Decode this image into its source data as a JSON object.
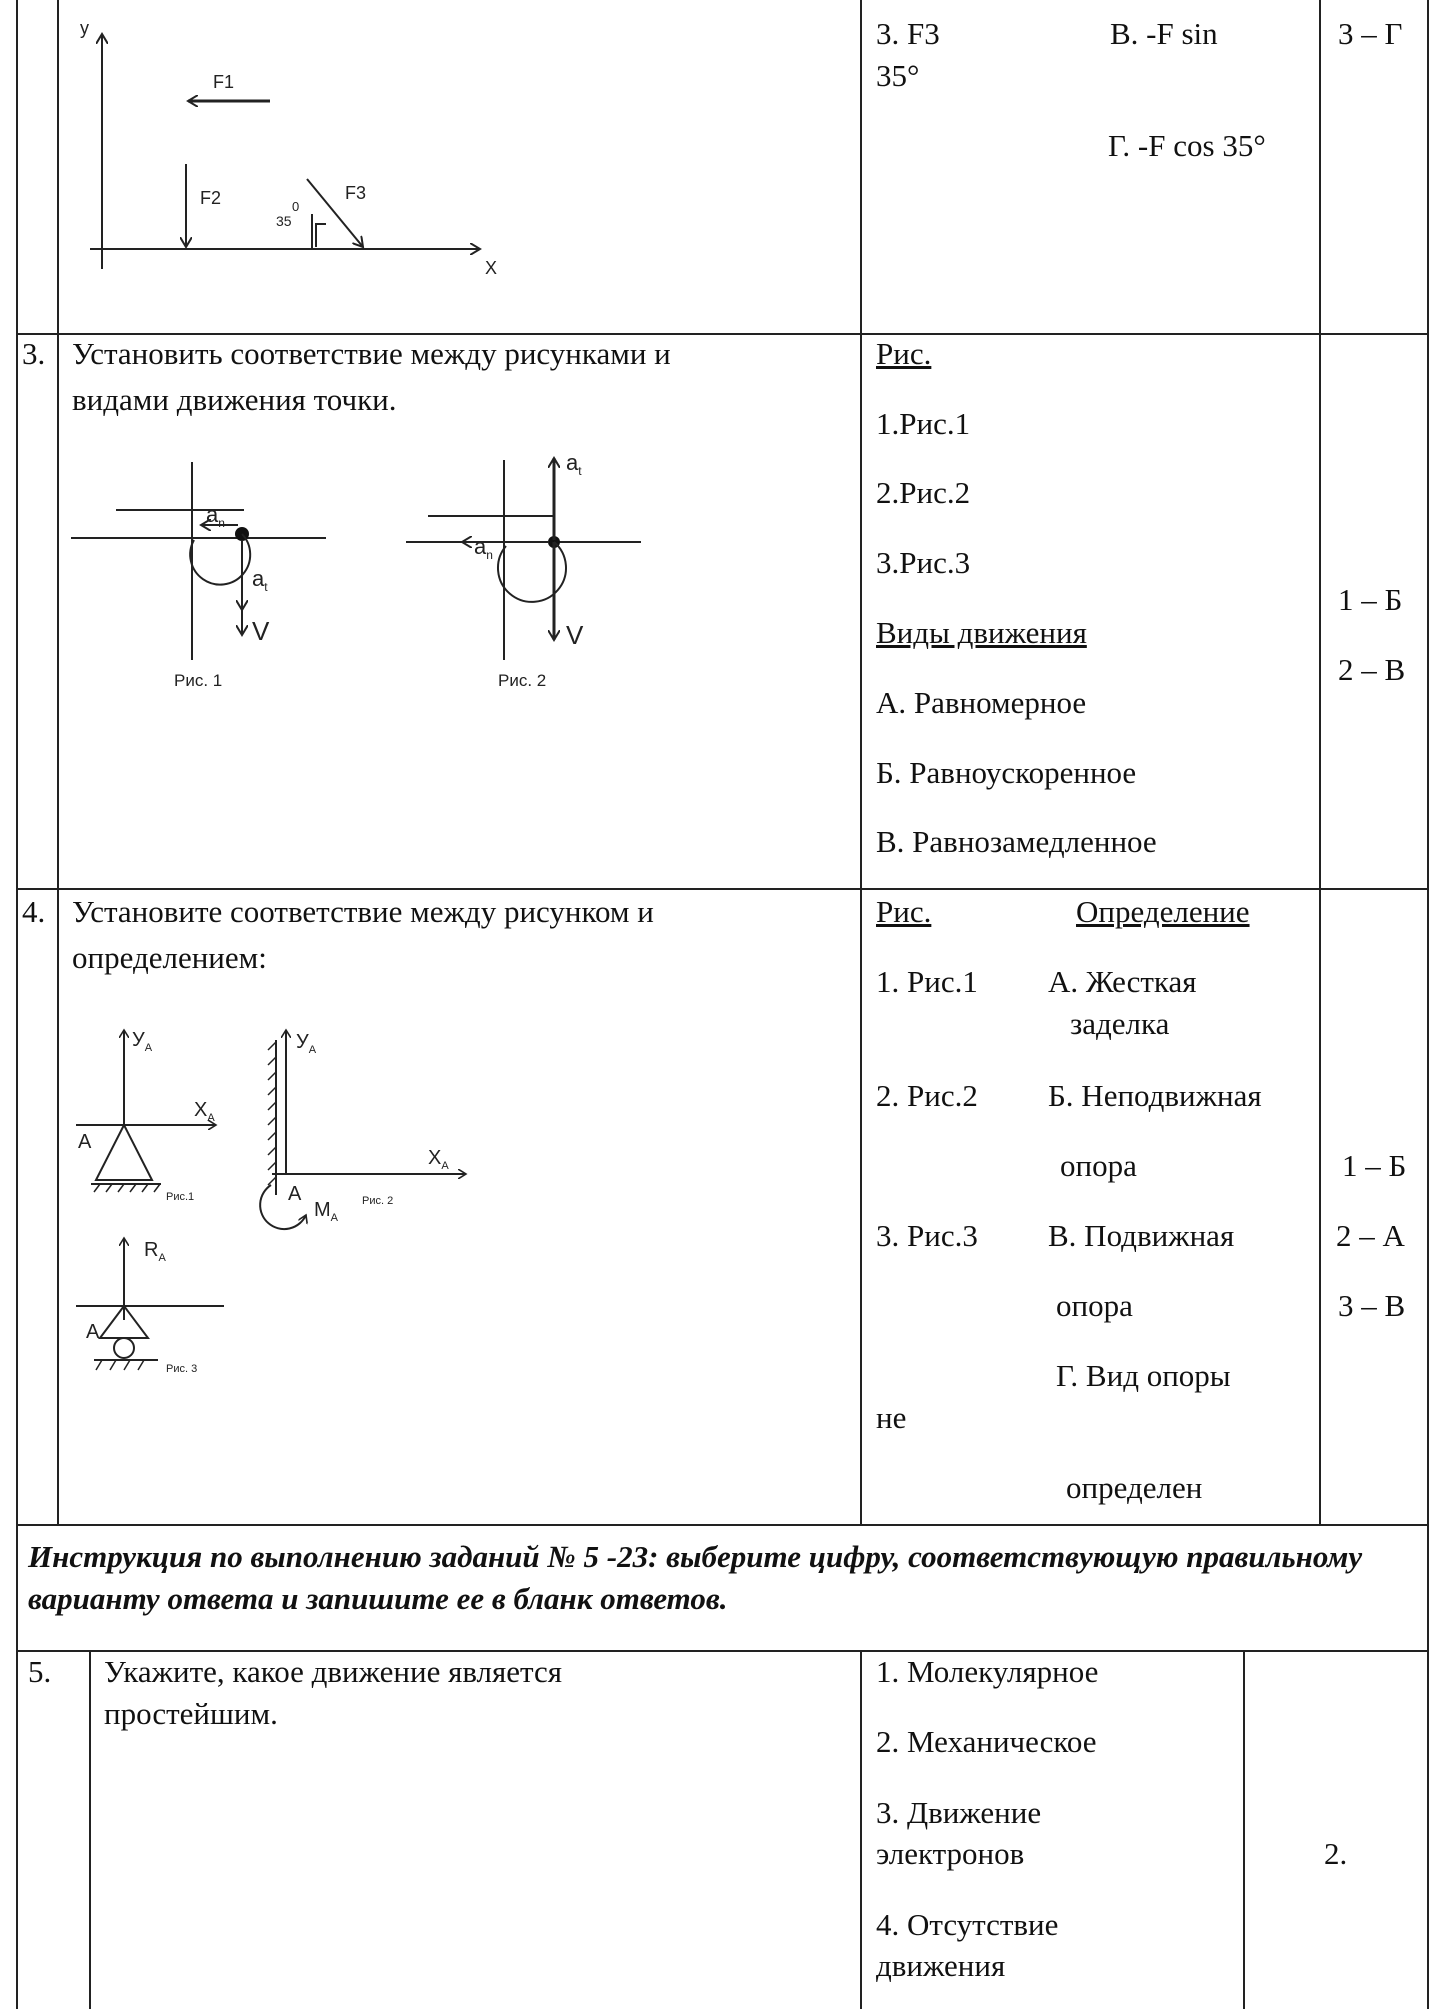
{
  "row_top": {
    "answer_col": {
      "line1_a": "3. F3",
      "line1_b": "В. -F sin",
      "line1_c": "35°",
      "line2": "Г.  -F cos 35°"
    },
    "key": "3 – Г",
    "figure": {
      "y_label": "y",
      "x_label": "X",
      "f1": "F1",
      "f2": "F2",
      "f3": "F3",
      "angle": "35",
      "angle_deg": "0"
    }
  },
  "row3": {
    "number": "3.",
    "question_line1": "Установить соответствие между рисунками и",
    "question_line2": "видами движения точки.",
    "figure": {
      "fig1": "Рис. 1",
      "fig2": "Рис. 2",
      "an": "a",
      "an_sub": "n",
      "at": "a",
      "at_sub": "t",
      "v": "V"
    },
    "header": "Рис.",
    "options": [
      "1.Рис.1",
      "2.Рис.2",
      "3.Рис.3"
    ],
    "kinds_header": "Виды движения",
    "kinds": [
      "А. Равномерное",
      "Б. Равноускоренное",
      "В. Равнозамедленное"
    ],
    "key": [
      "1 – Б",
      "2 – В"
    ]
  },
  "row4": {
    "number": "4.",
    "question_line1": "Установите соответствие между рисунком и",
    "question_line2": "определением:",
    "figure": {
      "ya": "У",
      "xa": "Х",
      "sub": "А",
      "a": "А",
      "ra": "R",
      "ma": "М",
      "r1": "Рис.1",
      "r2": "Рис. 2",
      "r3": "Рис. 3"
    },
    "header_fig": "Рис.",
    "header_def": "Определение",
    "f1": "1. Рис.1",
    "dA1": "А. Жесткая",
    "dA2": "заделка",
    "f2": "2. Рис.2",
    "dB1": "Б. Неподвижная",
    "dB2": "опора",
    "f3": "3. Рис.3",
    "dV1": "В. Подвижная",
    "dV2": "опора",
    "dG1": "Г. Вид опоры",
    "dG2": "не",
    "dG3": "определен",
    "key": [
      "1 – Б",
      "2 – А",
      "3 – В"
    ]
  },
  "instruction": "Инструкция по выполнению заданий № 5 -23: выберите цифру, соответствующую правильному варианту ответа и запишите ее в бланк ответов.",
  "row5": {
    "number": "5.",
    "question_line1": "Укажите, какое движение является",
    "question_line2": "простейшим.",
    "opt1": "1. Молекулярное",
    "opt2": "2. Механическое",
    "opt3a": "3. Движение",
    "opt3b": "электронов",
    "opt4a": "4. Отсутствие",
    "opt4b": "движения",
    "key": "2."
  }
}
